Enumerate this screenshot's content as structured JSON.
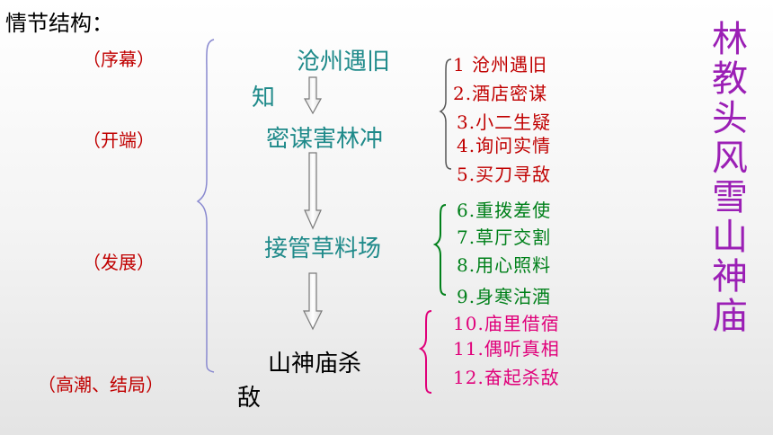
{
  "title": "情节结构：",
  "stages": [
    "（序幕）",
    "（开端）",
    "（发展）",
    "（高潮、结局）"
  ],
  "plot": {
    "p1_line1": "沧州遇旧",
    "p1_line2": "知",
    "p2": "密谋害林冲",
    "p3": "接管草料场",
    "p4_line1": "山神庙杀",
    "p4_line2": "敌"
  },
  "groups": {
    "red": [
      "1 沧州遇旧",
      "2.酒店密谋",
      "3.小二生疑",
      "4.询问实情",
      "5.买刀寻敌"
    ],
    "green": [
      "6.重拨差使",
      "7.草厅交割",
      "8.用心照料",
      "9.身寒沽酒"
    ],
    "pink": [
      "10.庙里借宿",
      "11.偶听真相",
      "12.奋起杀敌"
    ]
  },
  "side_title": "林教头风雪山神庙",
  "colors": {
    "red": "#c00000",
    "green": "#00801a",
    "pink": "#e0007a",
    "purple": "#9b1fb5",
    "teal": "#1f8a8a",
    "brace": "#8a8ad0"
  }
}
